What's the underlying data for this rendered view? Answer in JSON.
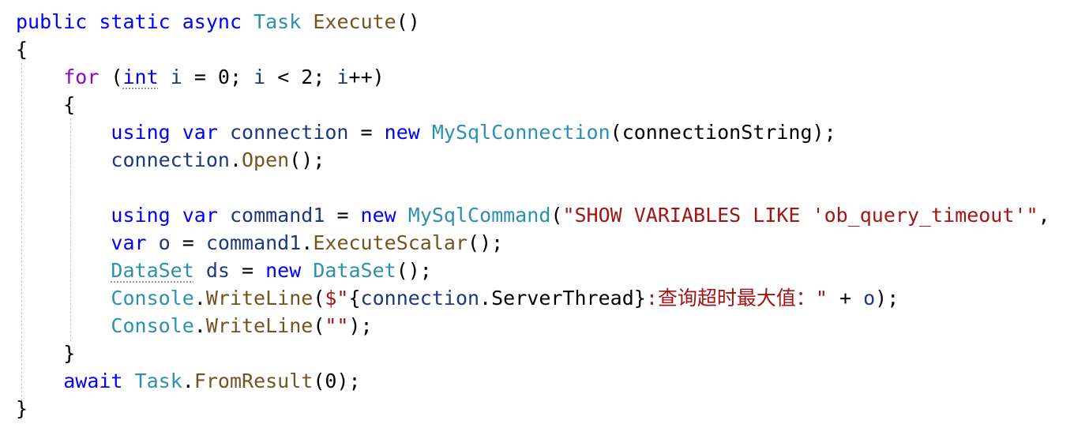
{
  "colors": {
    "keyword": "#0000ff",
    "type": "#2b91af",
    "method": "#74531f",
    "string": "#a31515",
    "control": "#8f08c4",
    "identifier": "#1f377f",
    "plain": "#000000"
  },
  "code_lines": [
    [
      {
        "t": "public",
        "c": "keyword"
      },
      {
        "t": " ",
        "c": "plain"
      },
      {
        "t": "static",
        "c": "keyword"
      },
      {
        "t": " ",
        "c": "plain"
      },
      {
        "t": "async",
        "c": "keyword"
      },
      {
        "t": " ",
        "c": "plain"
      },
      {
        "t": "Task",
        "c": "type"
      },
      {
        "t": " ",
        "c": "plain"
      },
      {
        "t": "Execute",
        "c": "method"
      },
      {
        "t": "()",
        "c": "plain"
      }
    ],
    [
      {
        "t": "{",
        "c": "plain"
      }
    ],
    [
      {
        "t": "    ",
        "c": "plain"
      },
      {
        "t": "for",
        "c": "control"
      },
      {
        "t": " (",
        "c": "plain"
      },
      {
        "t": "int",
        "c": "keyword",
        "dots": true
      },
      {
        "t": " ",
        "c": "plain"
      },
      {
        "t": "i",
        "c": "identifier"
      },
      {
        "t": " = 0; ",
        "c": "plain"
      },
      {
        "t": "i",
        "c": "identifier"
      },
      {
        "t": " < 2; ",
        "c": "plain"
      },
      {
        "t": "i",
        "c": "identifier"
      },
      {
        "t": "++)",
        "c": "plain"
      }
    ],
    [
      {
        "t": "    {",
        "c": "plain"
      }
    ],
    [
      {
        "t": "        ",
        "c": "plain"
      },
      {
        "t": "using",
        "c": "keyword"
      },
      {
        "t": " ",
        "c": "plain"
      },
      {
        "t": "var",
        "c": "keyword"
      },
      {
        "t": " ",
        "c": "plain"
      },
      {
        "t": "connection",
        "c": "identifier"
      },
      {
        "t": " = ",
        "c": "plain"
      },
      {
        "t": "new",
        "c": "keyword"
      },
      {
        "t": " ",
        "c": "plain"
      },
      {
        "t": "MySqlConnection",
        "c": "type"
      },
      {
        "t": "(",
        "c": "plain"
      },
      {
        "t": "connectionString",
        "c": "plain"
      },
      {
        "t": ");",
        "c": "plain"
      }
    ],
    [
      {
        "t": "        ",
        "c": "plain"
      },
      {
        "t": "connection",
        "c": "identifier"
      },
      {
        "t": ".",
        "c": "plain"
      },
      {
        "t": "Open",
        "c": "method"
      },
      {
        "t": "();",
        "c": "plain"
      }
    ],
    [],
    [
      {
        "t": "        ",
        "c": "plain"
      },
      {
        "t": "using",
        "c": "keyword"
      },
      {
        "t": " ",
        "c": "plain"
      },
      {
        "t": "var",
        "c": "keyword"
      },
      {
        "t": " ",
        "c": "plain"
      },
      {
        "t": "command1",
        "c": "identifier"
      },
      {
        "t": " = ",
        "c": "plain"
      },
      {
        "t": "new",
        "c": "keyword"
      },
      {
        "t": " ",
        "c": "plain"
      },
      {
        "t": "MySqlCommand",
        "c": "type"
      },
      {
        "t": "(",
        "c": "plain"
      },
      {
        "t": "\"SHOW VARIABLES LIKE 'ob_query_timeout'\"",
        "c": "string"
      },
      {
        "t": ",",
        "c": "plain"
      }
    ],
    [
      {
        "t": "        ",
        "c": "plain"
      },
      {
        "t": "var",
        "c": "keyword"
      },
      {
        "t": " ",
        "c": "plain"
      },
      {
        "t": "o",
        "c": "identifier"
      },
      {
        "t": " = ",
        "c": "plain"
      },
      {
        "t": "command1",
        "c": "identifier"
      },
      {
        "t": ".",
        "c": "plain"
      },
      {
        "t": "ExecuteScalar",
        "c": "method"
      },
      {
        "t": "();",
        "c": "plain"
      }
    ],
    [
      {
        "t": "        ",
        "c": "plain"
      },
      {
        "t": "DataSet",
        "c": "type",
        "dots": true
      },
      {
        "t": " ",
        "c": "plain"
      },
      {
        "t": "ds",
        "c": "identifier"
      },
      {
        "t": " = ",
        "c": "plain"
      },
      {
        "t": "new",
        "c": "keyword"
      },
      {
        "t": " ",
        "c": "plain"
      },
      {
        "t": "DataSet",
        "c": "type"
      },
      {
        "t": "();",
        "c": "plain"
      }
    ],
    [
      {
        "t": "        ",
        "c": "plain"
      },
      {
        "t": "Console",
        "c": "type"
      },
      {
        "t": ".",
        "c": "plain"
      },
      {
        "t": "WriteLine",
        "c": "method"
      },
      {
        "t": "(",
        "c": "plain"
      },
      {
        "t": "$\"",
        "c": "string"
      },
      {
        "t": "{",
        "c": "plain"
      },
      {
        "t": "connection",
        "c": "identifier"
      },
      {
        "t": ".",
        "c": "plain"
      },
      {
        "t": "ServerThread",
        "c": "plain"
      },
      {
        "t": "}",
        "c": "plain"
      },
      {
        "t": ":查询超时最大值：\"",
        "c": "string"
      },
      {
        "t": " + ",
        "c": "plain"
      },
      {
        "t": "o",
        "c": "identifier"
      },
      {
        "t": ");",
        "c": "plain"
      }
    ],
    [
      {
        "t": "        ",
        "c": "plain"
      },
      {
        "t": "Console",
        "c": "type"
      },
      {
        "t": ".",
        "c": "plain"
      },
      {
        "t": "WriteLine",
        "c": "method"
      },
      {
        "t": "(",
        "c": "plain"
      },
      {
        "t": "\"\"",
        "c": "string"
      },
      {
        "t": ");",
        "c": "plain"
      }
    ],
    [
      {
        "t": "    }",
        "c": "plain"
      }
    ],
    [
      {
        "t": "    ",
        "c": "plain"
      },
      {
        "t": "await",
        "c": "keyword"
      },
      {
        "t": " ",
        "c": "plain"
      },
      {
        "t": "Task",
        "c": "type"
      },
      {
        "t": ".",
        "c": "plain"
      },
      {
        "t": "FromResult",
        "c": "method"
      },
      {
        "t": "(0);",
        "c": "plain"
      }
    ],
    [
      {
        "t": "}",
        "c": "plain"
      }
    ]
  ]
}
